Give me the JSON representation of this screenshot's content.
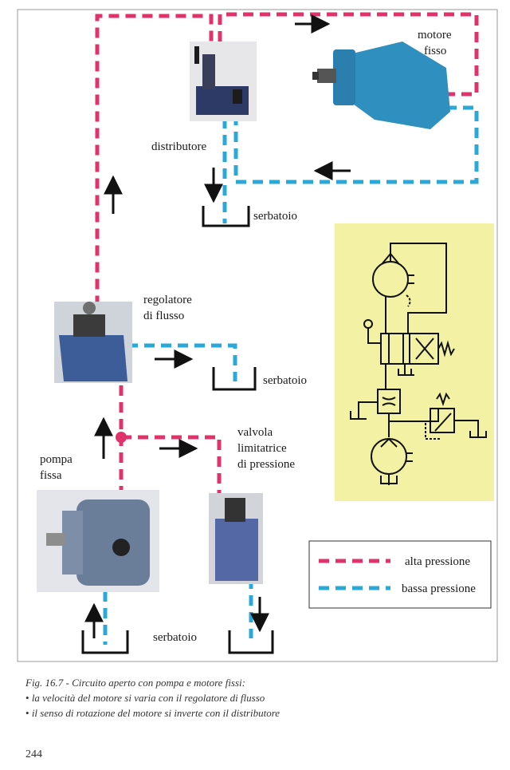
{
  "labels": {
    "motor": [
      "motore",
      "fisso"
    ],
    "distributor": "distributore",
    "tank": "serbatoio",
    "flow_regulator": [
      "regolatore",
      "di flusso"
    ],
    "relief_valve": [
      "valvola",
      "limitatrice",
      "di pressione"
    ],
    "pump": [
      "pompa",
      "fissa"
    ]
  },
  "legend": {
    "high_pressure": "alta pressione",
    "low_pressure": "bassa pressione"
  },
  "caption": {
    "title": "Fig. 16.7 - Circuito aperto con pompa e motore fissi:",
    "bullets": [
      "la velocità del motore si varia con il regolatore di flusso",
      "il senso di rotazione del motore si inverte con il distributore"
    ]
  },
  "page_number": "244",
  "colors": {
    "high_pressure": "#e0336b",
    "low_pressure": "#2aa8d8",
    "schematic_bg": "#f3f1a4",
    "component_blue": "#2f8fbf",
    "component_gray": "#6a7e9a"
  }
}
